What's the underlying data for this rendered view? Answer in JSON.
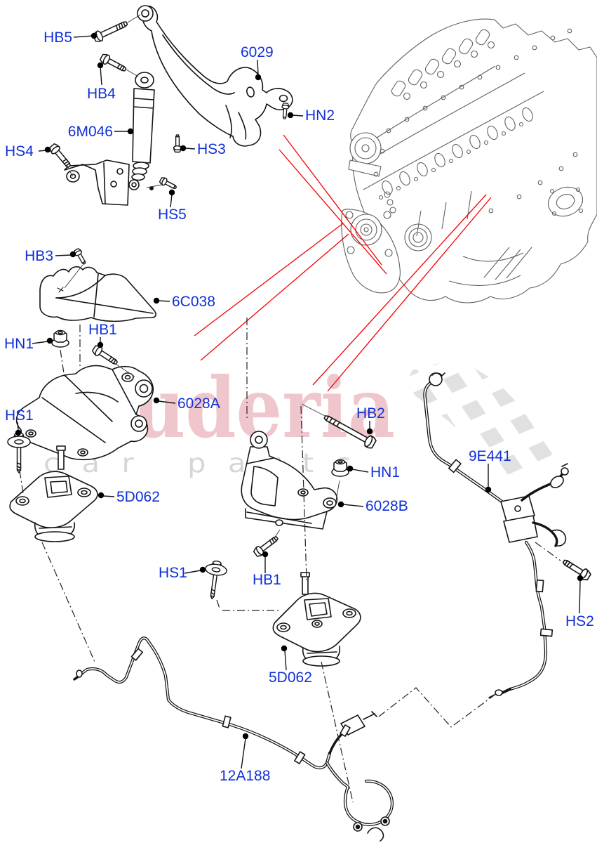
{
  "diagram": {
    "type": "parts-diagram",
    "watermark": {
      "brand": "scuderia",
      "subtitle": "car parts",
      "brand_color": "#db7a84",
      "subtitle_color": "#c9c9c9"
    },
    "colors": {
      "label": "#1030d8",
      "leader": "#141414",
      "red_leader": "#f40000",
      "flag_gray": "#dcdcdc",
      "line_art": "#141414",
      "engine_line": "#606060"
    },
    "labels": {
      "hb5": "HB5",
      "hb4": "HB4",
      "m6046": "6M046",
      "hs4": "HS4",
      "hs3": "HS3",
      "hs5": "HS5",
      "b6029": "6029",
      "hn2": "HN2",
      "hb3": "HB3",
      "c6038": "6C038",
      "hn1": "HN1",
      "hb1": "HB1",
      "b6028a": "6028A",
      "hs1": "HS1",
      "d5062": "5D062",
      "hb2": "HB2",
      "b6028b": "6028B",
      "e9441": "9E441",
      "hs2": "HS2",
      "a12188": "12A188"
    }
  }
}
